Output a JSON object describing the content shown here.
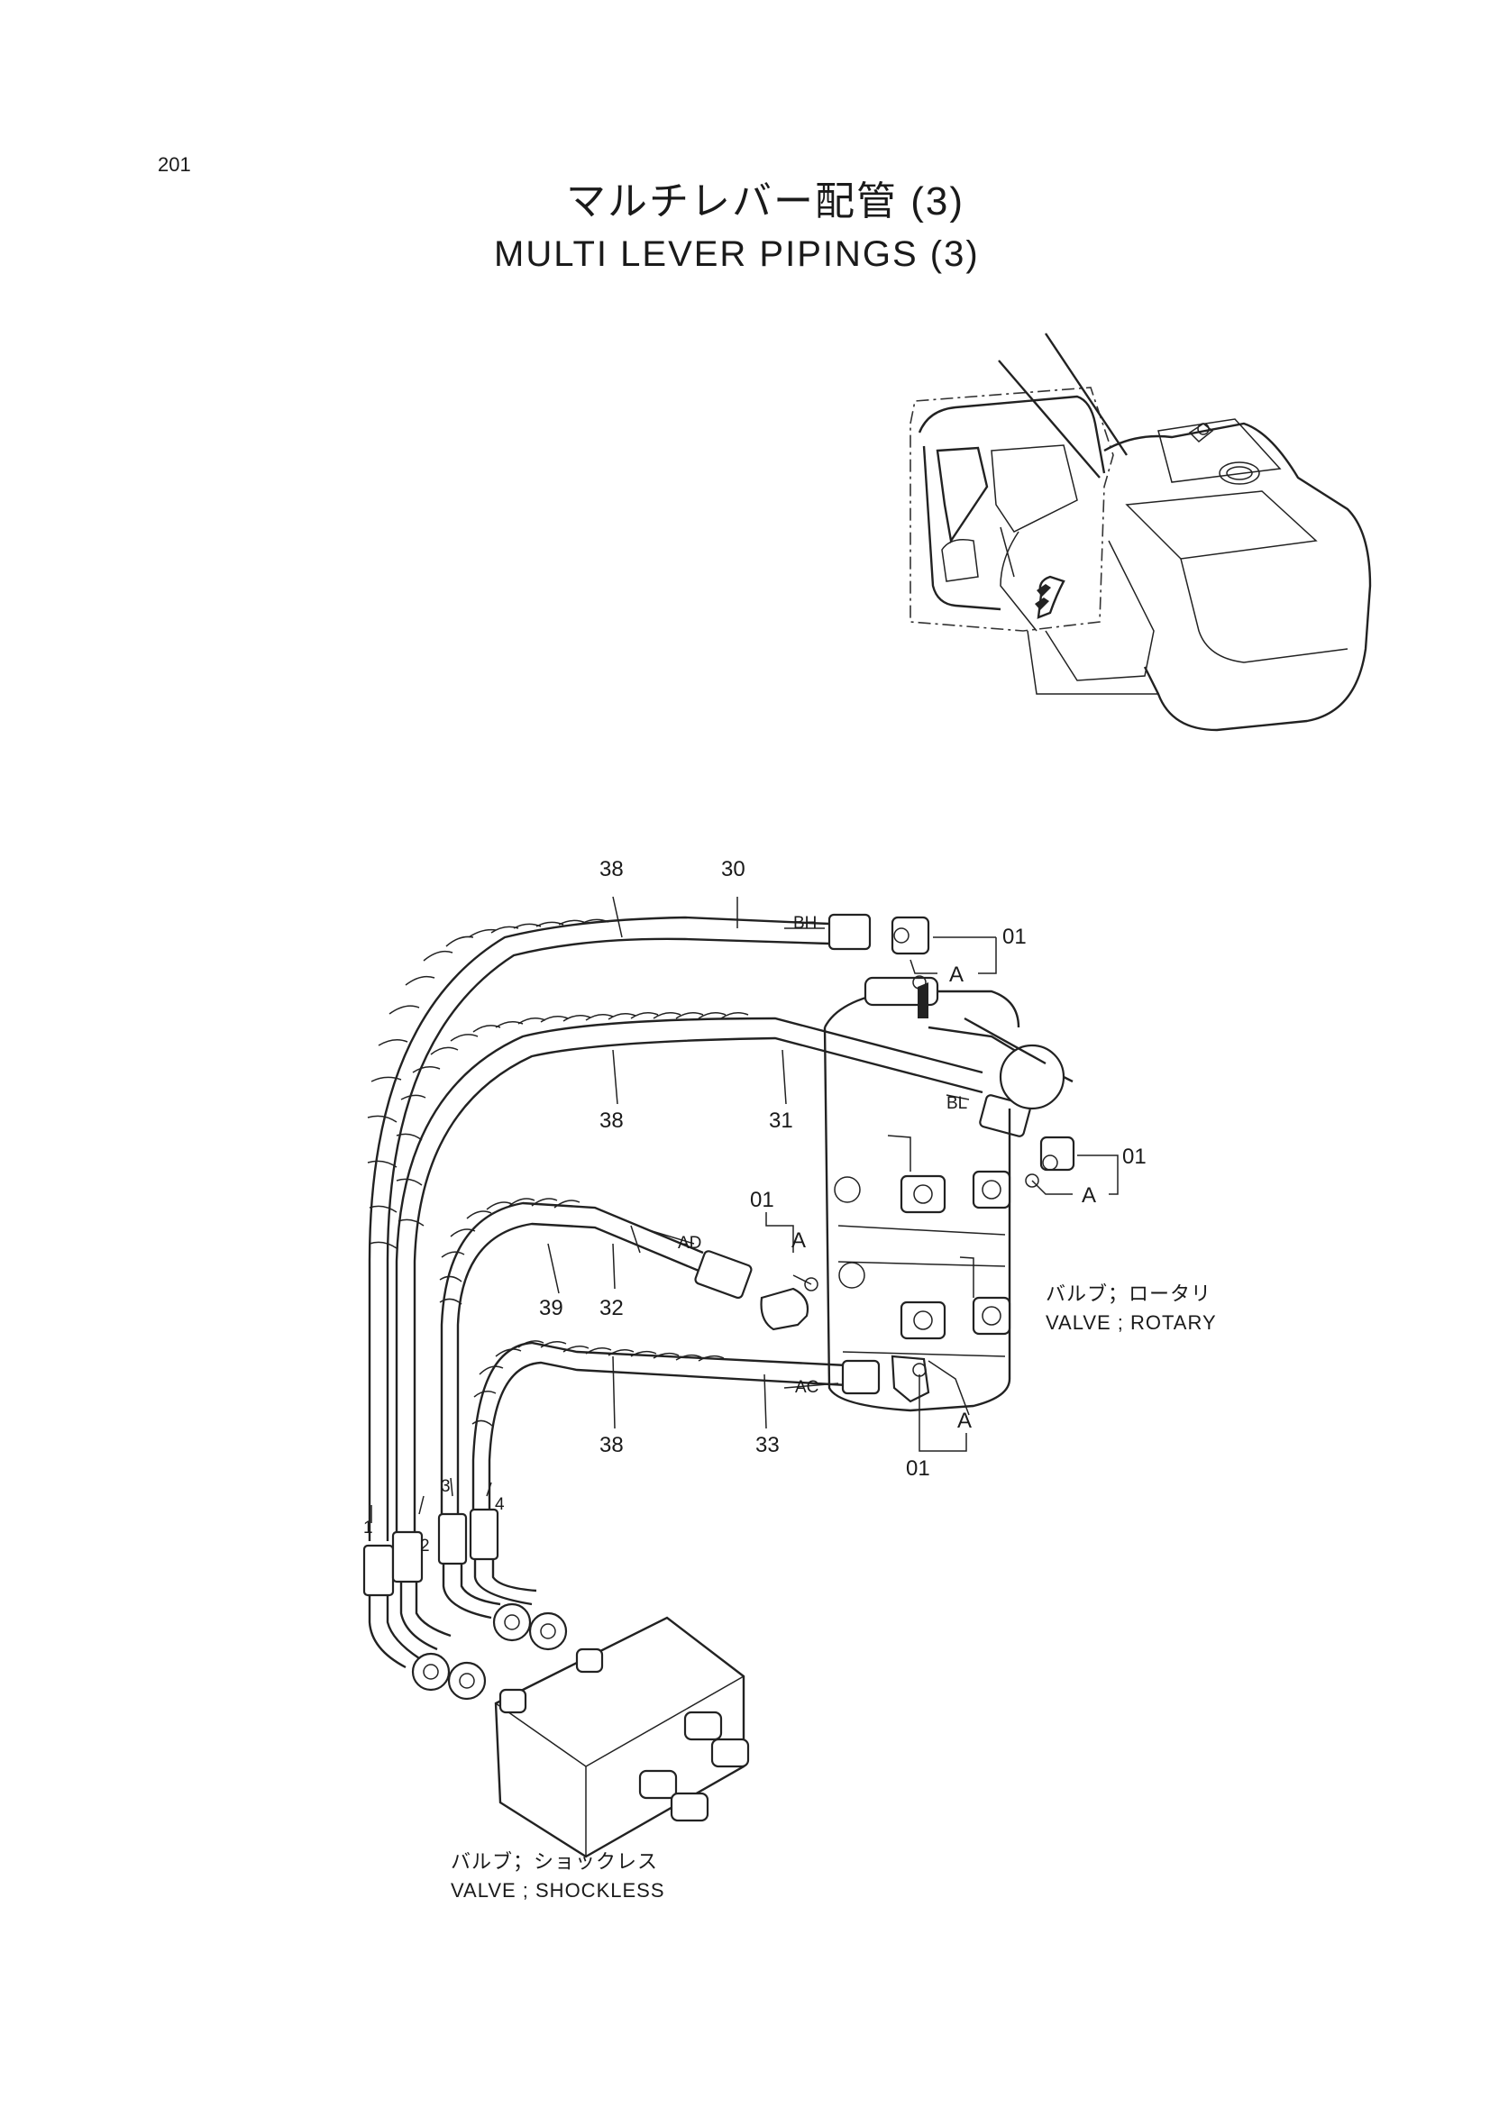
{
  "page_number": "201",
  "title": {
    "ja": "マルチレバー配管 (3)",
    "en": "MULTI LEVER PIPINGS (3)"
  },
  "callouts": {
    "p38a": "38",
    "p30": "30",
    "bh": "BH",
    "p01a": "01",
    "a1": "A",
    "p38b": "38",
    "p31": "31",
    "bl": "BL",
    "p01b": "01",
    "a2": "A",
    "p01c": "01",
    "a3": "A",
    "ad": "AD",
    "p39": "39",
    "p32": "32",
    "ac": "AC",
    "p38c": "38",
    "p33": "33",
    "a4": "A",
    "p01d": "01",
    "n1": "1",
    "n2": "2",
    "n3": "3",
    "n4": "4"
  },
  "captions": {
    "rotary_ja": "バルブ；ロータリ",
    "rotary_en": "VALVE ; ROTARY",
    "shockless_ja": "バルブ；ショックレス",
    "shockless_en": "VALVE ; SHOCKLESS"
  }
}
